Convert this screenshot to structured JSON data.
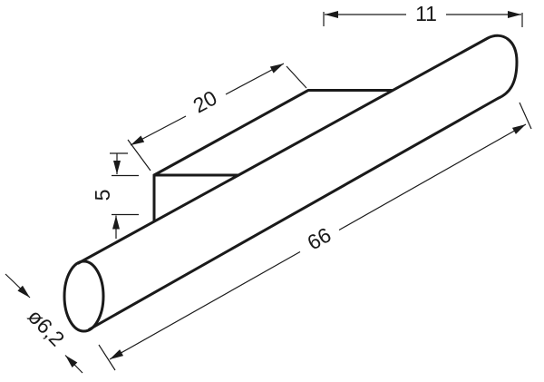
{
  "page": {
    "background_color": "#ffffff",
    "line_color": "#1a1a1a"
  },
  "drawing": {
    "kind": "technical dimension drawing",
    "dimensions": {
      "top_width": "11",
      "plate_length": "20",
      "plate_thickness": "5",
      "tube_length": "66",
      "tube_diameter": "ø6,2"
    }
  }
}
